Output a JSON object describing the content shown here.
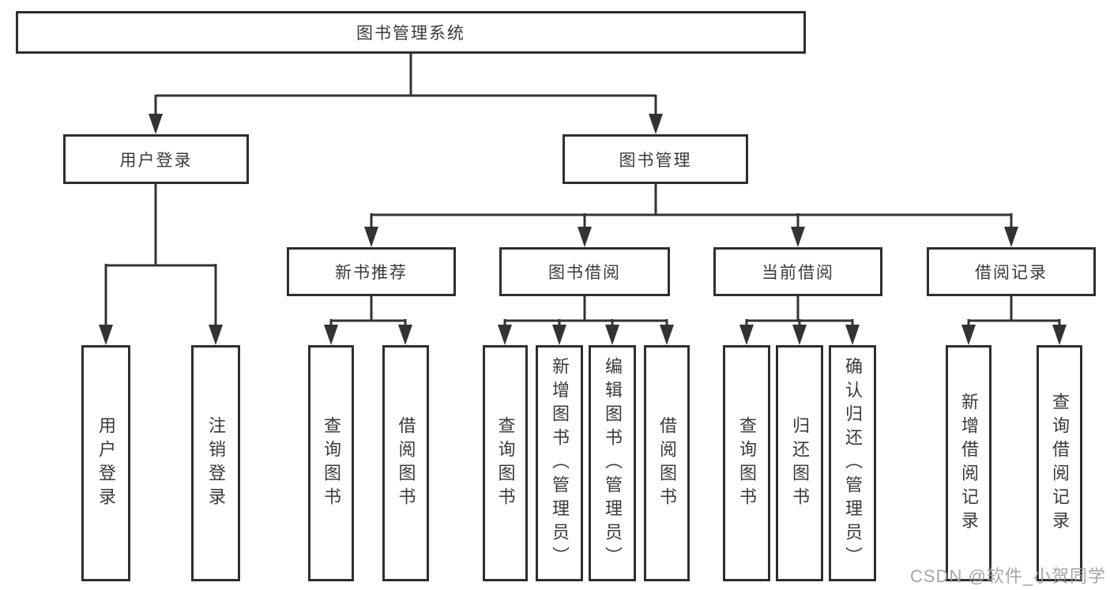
{
  "colors": {
    "background": "#ffffff",
    "box_border": "#2e2e2e",
    "connector_line": "#333333",
    "text": "#3a3a3a",
    "watermark": "#9b9b9b"
  },
  "watermark": {
    "text": "CSDN @软件_小贺同学"
  },
  "tree": {
    "root": {
      "label": "图书管理系统",
      "children": [
        {
          "label": "用户登录",
          "children": [
            {
              "label": "用户登录"
            },
            {
              "label": "注销登录"
            }
          ]
        },
        {
          "label": "图书管理",
          "children": [
            {
              "label": "新书推荐",
              "children": [
                {
                  "label": "查询图书"
                },
                {
                  "label": "借阅图书"
                }
              ]
            },
            {
              "label": "图书借阅",
              "children": [
                {
                  "label": "查询图书"
                },
                {
                  "label": "新增图书（管理员）"
                },
                {
                  "label": "编辑图书（管理员）"
                },
                {
                  "label": "借阅图书"
                }
              ]
            },
            {
              "label": "当前借阅",
              "children": [
                {
                  "label": "查询图书"
                },
                {
                  "label": "归还图书"
                },
                {
                  "label": "确认归还（管理员）"
                }
              ]
            },
            {
              "label": "借阅记录",
              "children": [
                {
                  "label": "新增借阅记录"
                },
                {
                  "label": "查询借阅记录"
                }
              ]
            }
          ]
        }
      ]
    }
  }
}
